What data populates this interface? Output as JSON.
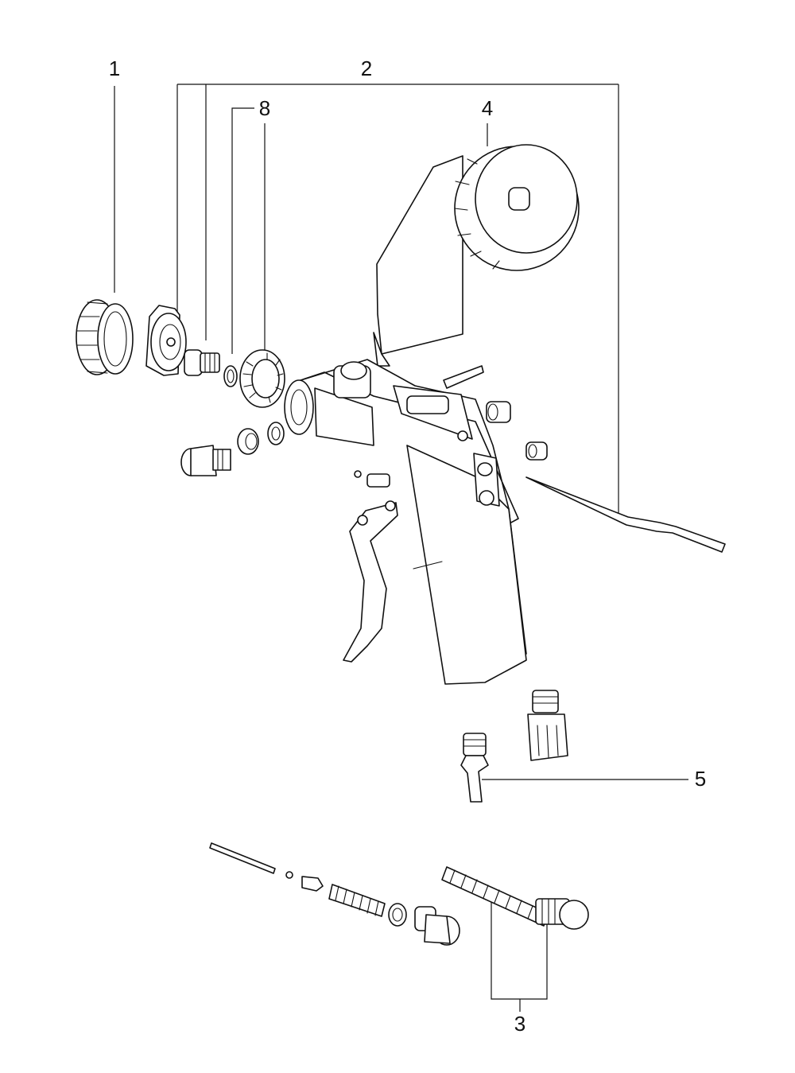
{
  "callouts": {
    "c1": "1",
    "c2": "2",
    "c3": "3",
    "c4": "4",
    "c5": "5",
    "c8": "8"
  },
  "colors": {
    "line": "#111111",
    "background": "#ffffff"
  }
}
